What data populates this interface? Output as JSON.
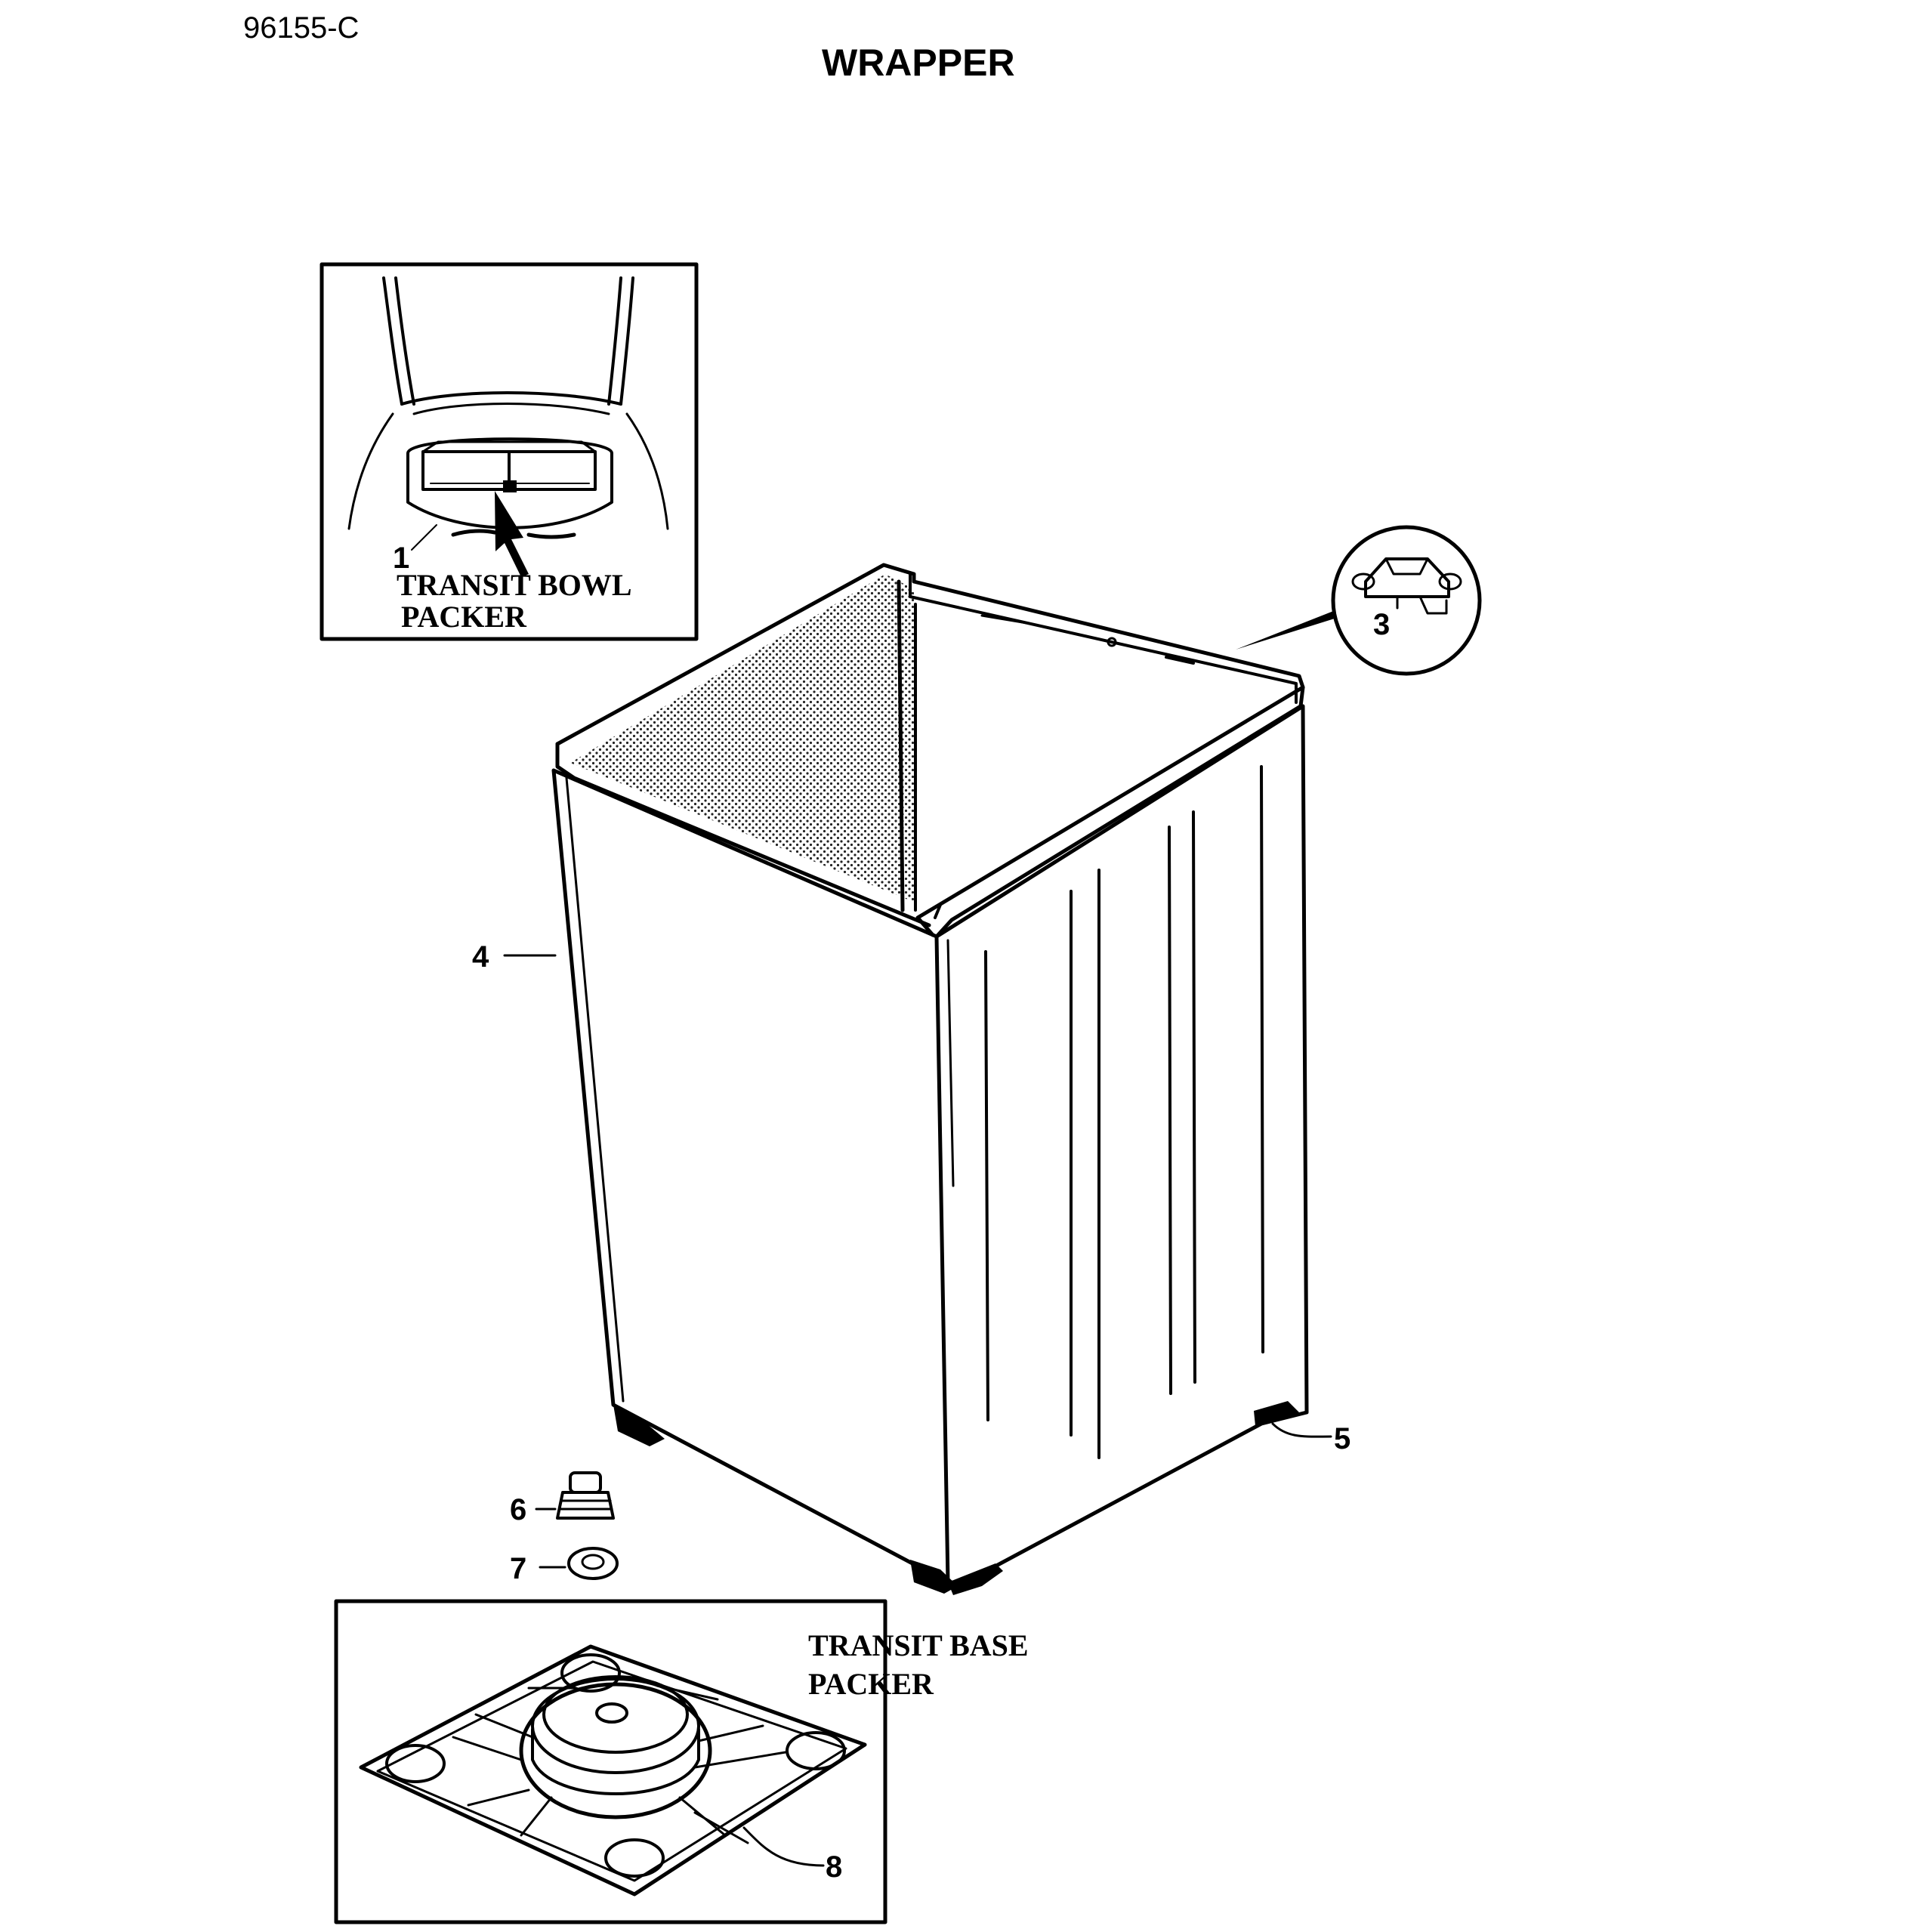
{
  "document": {
    "id": "96155-C",
    "title": "WRAPPER"
  },
  "insets": {
    "bowl_packer": {
      "caption_line1": "TRANSIT BOWL",
      "caption_line2": "PACKER"
    },
    "base_packer": {
      "caption_line1": "TRANSIT BASE",
      "caption_line2": "PACKER"
    }
  },
  "callouts": {
    "c1": "1",
    "c3": "3",
    "c4": "4",
    "c5": "5",
    "c6": "6",
    "c7": "7",
    "c8": "8"
  }
}
